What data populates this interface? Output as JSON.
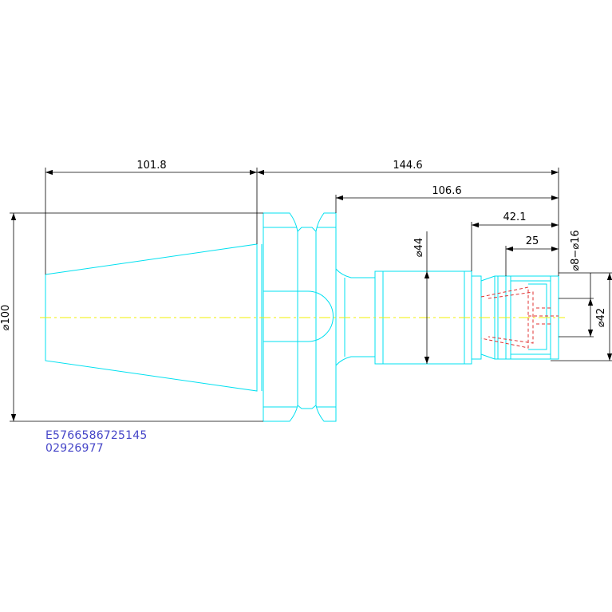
{
  "drawing": {
    "dimensions": {
      "d_101_8": "101.8",
      "d_144_6": "144.6",
      "d_106_6": "106.6",
      "d_42_1": "42.1",
      "d_25": "25",
      "dia_44": "⌀44",
      "dia_100": "⌀100",
      "dia_42": "⌀42",
      "dia_8_16": "⌀8−⌀16"
    },
    "colors": {
      "outline": "#00e0f0",
      "centerline": "#f0f000",
      "hidden": "#e03030",
      "dimension": "#000000",
      "caption": "#4646c8",
      "background": "#ffffff"
    }
  },
  "caption": {
    "line1": "E5766586725145",
    "line2": "02926977"
  }
}
